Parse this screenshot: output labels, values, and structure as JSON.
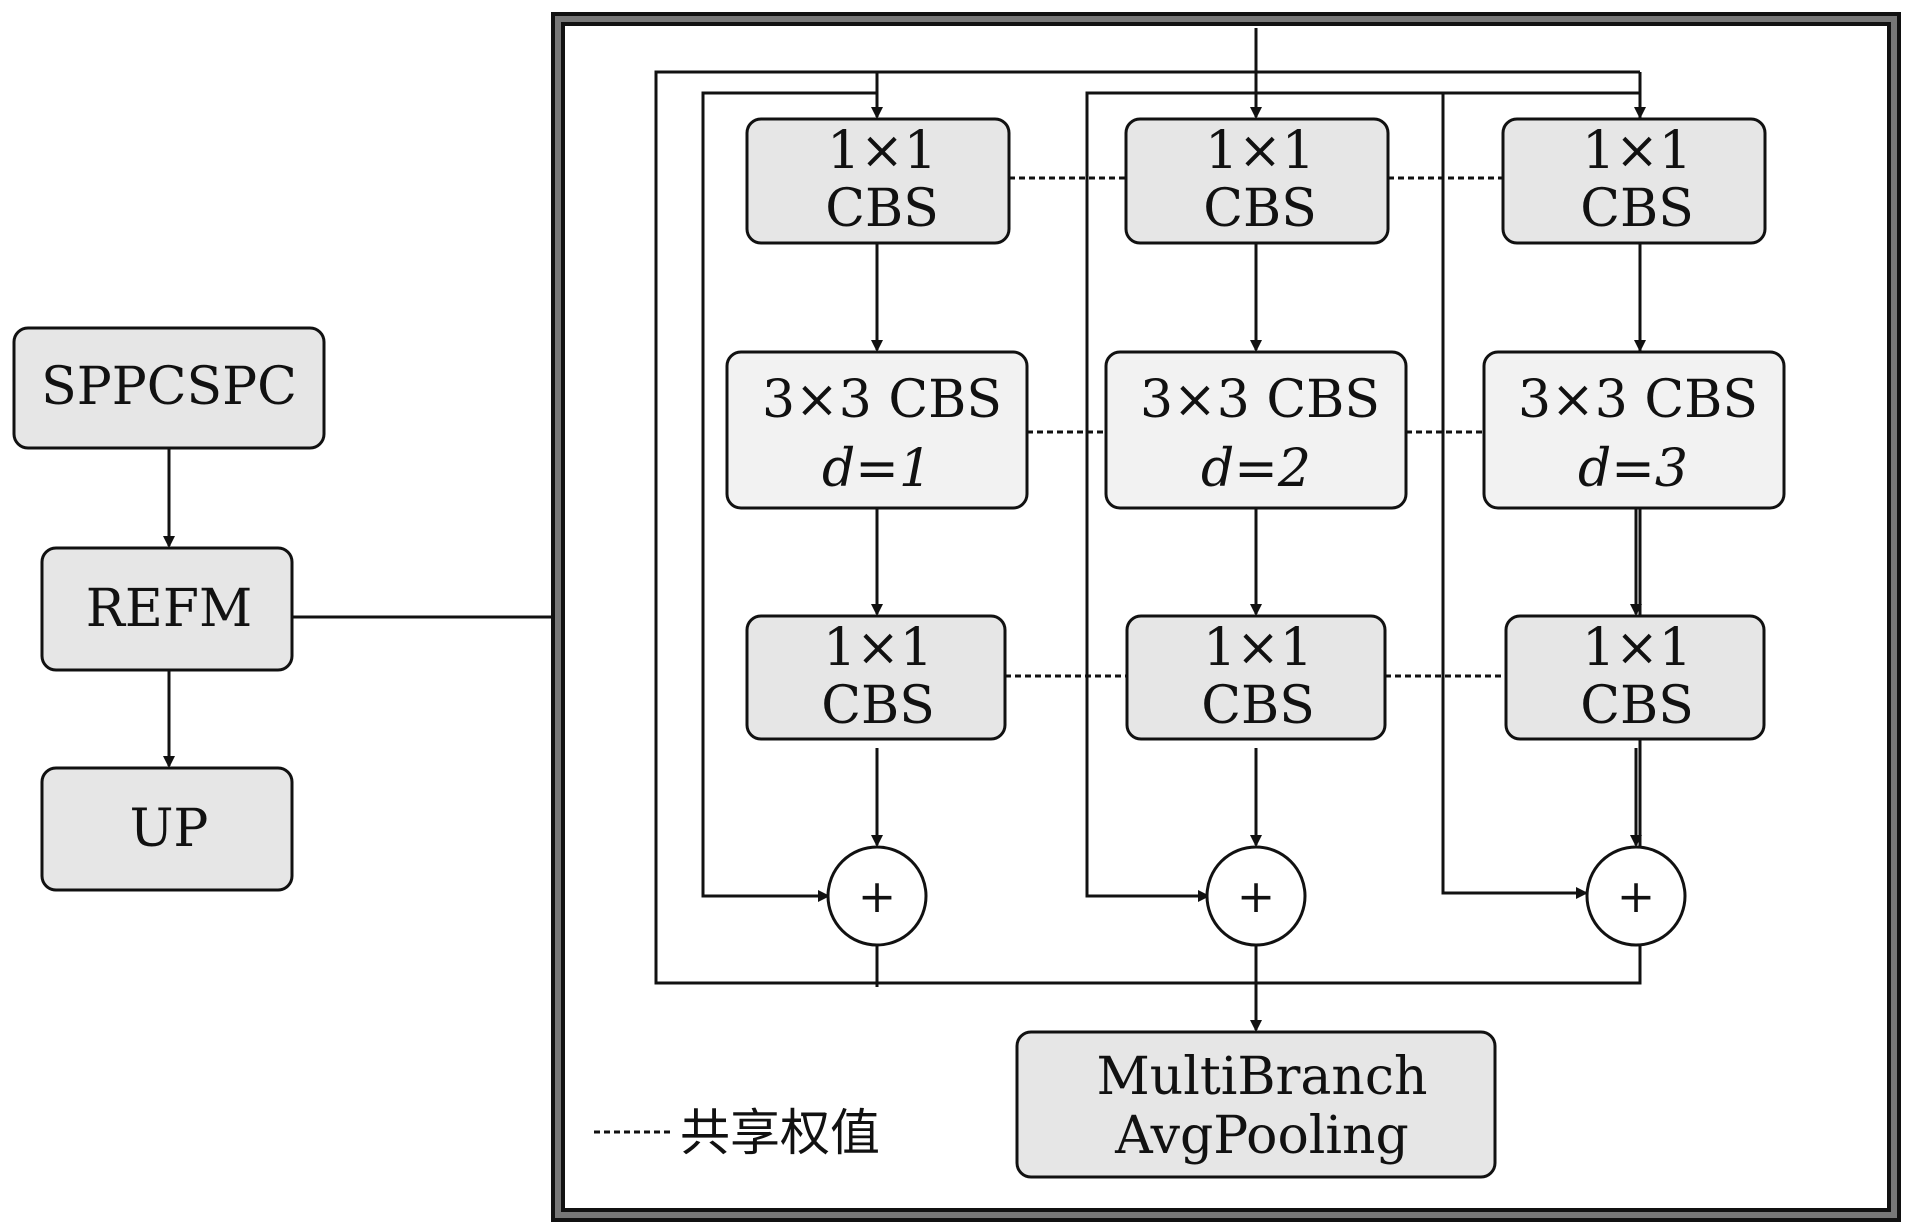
{
  "left_chain": {
    "top": "SPPCSPC",
    "mid": "REFM",
    "bottom": "UP"
  },
  "branches": [
    {
      "conv1": [
        "1×1",
        "CBS"
      ],
      "dil": [
        "3×3 CBS",
        "d=1"
      ],
      "conv2": [
        "1×1",
        "CBS"
      ],
      "add": "+"
    },
    {
      "conv1": [
        "1×1",
        "CBS"
      ],
      "dil": [
        "3×3 CBS",
        "d=2"
      ],
      "conv2": [
        "1×1",
        "CBS"
      ],
      "add": "+"
    },
    {
      "conv1": [
        "1×1",
        "CBS"
      ],
      "dil": [
        "3×3 CBS",
        "d=3"
      ],
      "conv2": [
        "1×1",
        "CBS"
      ],
      "add": "+"
    }
  ],
  "pooling": [
    "MultiBranch",
    "AvgPooling"
  ],
  "legend": "共享权值",
  "colors": {
    "box_fill": "#e6e6e6",
    "box_light": "#f2f2f2",
    "stroke": "#111111",
    "frame": "#555555"
  }
}
